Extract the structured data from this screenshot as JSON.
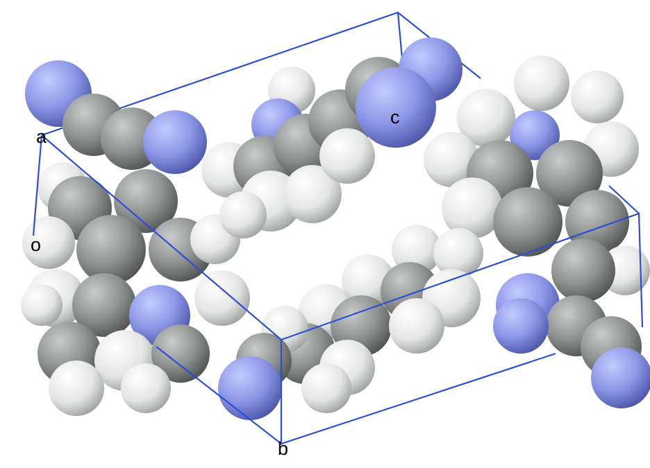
{
  "axis_labels": {
    "a": "a",
    "b": "b",
    "c": "c",
    "o": "o"
  },
  "colors": {
    "background": "#ffffff",
    "cell_edge": "#2a4fd6",
    "carbon": "#8e9290",
    "nitrogen": "#8c96e6",
    "hydrogen": "#e4e6e4"
  }
}
